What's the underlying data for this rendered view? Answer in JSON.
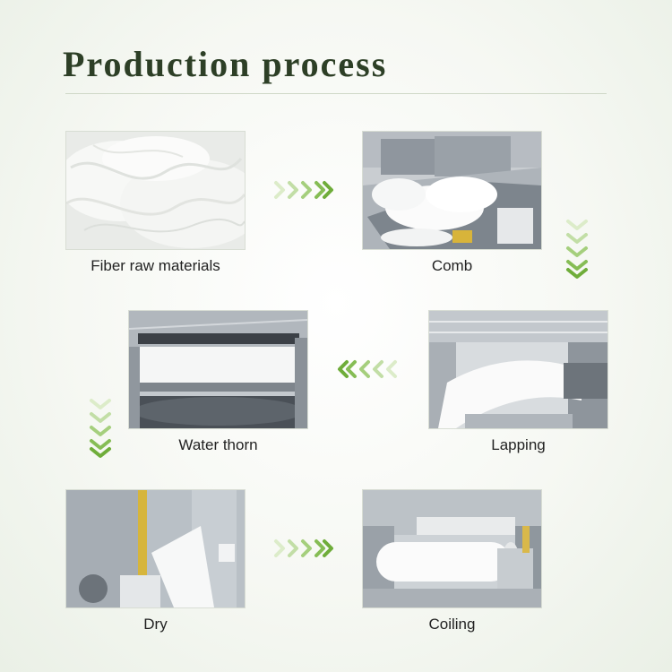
{
  "title": "Production process",
  "accent_color": "#7ab648",
  "title_color": "#2d3f26",
  "arrow_icon": "chevron-arrows",
  "steps": [
    {
      "label": "Fiber raw materials"
    },
    {
      "label": "Comb"
    },
    {
      "label": "Lapping"
    },
    {
      "label": "Water thorn"
    },
    {
      "label": "Dry"
    },
    {
      "label": "Coiling"
    }
  ]
}
